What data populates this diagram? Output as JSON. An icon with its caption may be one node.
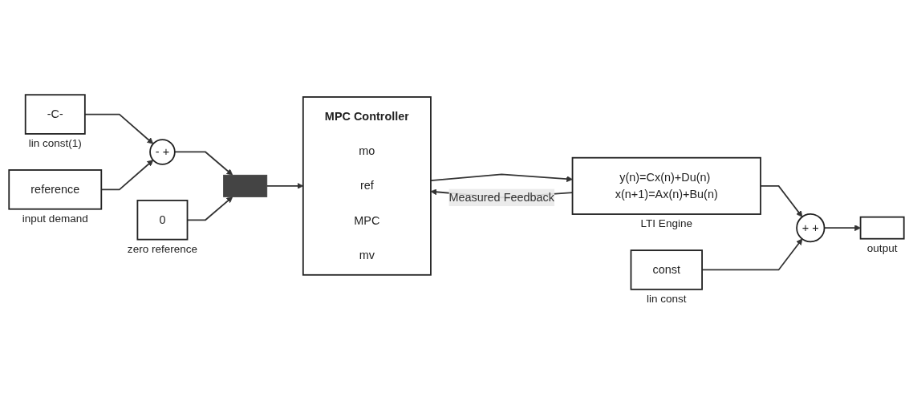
{
  "diagram": {
    "nodes": [
      {
        "text": [
          "-C-"
        ],
        "beside": [
          "lin const(1)"
        ]
      },
      {
        "text": [
          "reference"
        ],
        "beside": [
          "input demand"
        ]
      },
      {
        "text": [
          "-",
          "+"
        ]
      },
      {
        "text": [],
        "shape": "bar"
      },
      {
        "text": [
          "0"
        ],
        "beside": [
          "zero reference"
        ]
      },
      {
        "text": [
          "MPC Controller",
          "mo",
          "ref",
          "MPC",
          "mv"
        ]
      },
      {
        "text": [
          "y(n)=Cx(n)+Du(n) x(n+1)=Ax(n)+Bu(n)"
        ],
        "beside": [
          "LTI Engine"
        ]
      },
      {
        "text": [
          "+",
          "+"
        ]
      },
      {
        "text": [
          "const"
        ],
        "beside": [
          "lin const"
        ]
      },
      {
        "text": [],
        "shape": "box",
        "beside": [
          "output"
        ]
      }
    ],
    "edges": [
      {
        "from": 0,
        "to": 2,
        "arrow": "to"
      },
      {
        "from": 1,
        "to": 2,
        "arrow": "to"
      },
      {
        "from": 2,
        "to": 3,
        "arrow": "to"
      },
      {
        "from": 4,
        "to": 3,
        "arrow": "to"
      },
      {
        "from": 3,
        "to": 5,
        "arrow": "to"
      },
      {
        "from": 6,
        "to": 5,
        "label": "Measured Feedback",
        "arrow": "to"
      },
      {
        "from": 5,
        "to": 6,
        "arrow": "to"
      },
      {
        "from": 6,
        "to": 7,
        "arrow": "to"
      },
      {
        "from": 8,
        "to": 7,
        "arrow": "to"
      },
      {
        "from": 7,
        "to": 9,
        "arrow": "to"
      }
    ]
  }
}
